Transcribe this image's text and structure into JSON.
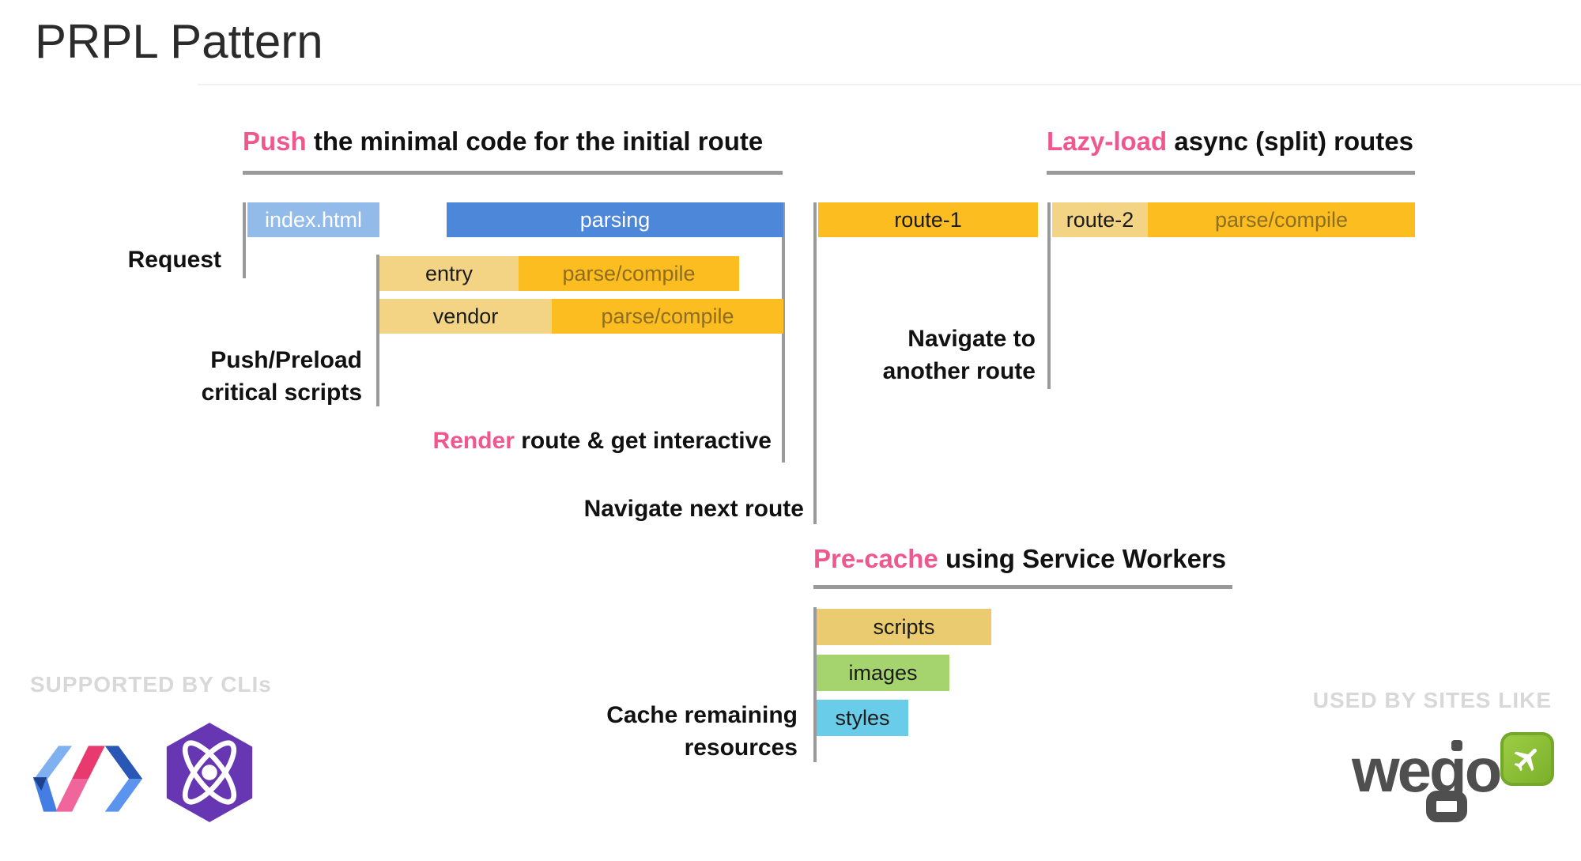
{
  "title": "PRPL Pattern",
  "headers": {
    "push": {
      "highlight": "Push",
      "rest": "the minimal code for the initial route"
    },
    "lazy": {
      "highlight": "Lazy-load",
      "rest": "async (split) routes"
    },
    "render": {
      "highlight": "Render",
      "rest": "route & get interactive"
    },
    "precache": {
      "highlight": "Pre-cache",
      "rest": "using Service Workers"
    }
  },
  "labels": {
    "request": "Request",
    "push_preload_line1": "Push/Preload",
    "push_preload_line2": "critical scripts",
    "navigate_next": "Navigate next route",
    "navigate_another_line1": "Navigate to",
    "navigate_another_line2": "another route",
    "cache_line1": "Cache remaining",
    "cache_line2": "resources"
  },
  "bars": {
    "index_html": {
      "label": "index.html",
      "color": "#93bbe9",
      "text_color": "#ffffff"
    },
    "parsing": {
      "label": "parsing",
      "color": "#4d87da",
      "text_color": "#ffffff"
    },
    "entry": {
      "label": "entry",
      "color": "#f2d484",
      "text_color": "#1b1b1b"
    },
    "entry_parse": {
      "label": "parse/compile",
      "color": "#fcbd21",
      "text_color": "#8d6e22"
    },
    "vendor": {
      "label": "vendor",
      "color": "#f2d484",
      "text_color": "#1b1b1b"
    },
    "vendor_parse": {
      "label": "parse/compile",
      "color": "#fcbd21",
      "text_color": "#8d6e22"
    },
    "route1": {
      "label": "route-1",
      "color": "#fcbd21",
      "text_color": "#1b1b1b"
    },
    "route2": {
      "label": "route-2",
      "color": "#f2d484",
      "text_color": "#1b1b1b"
    },
    "route2_parse": {
      "label": "parse/compile",
      "color": "#fcbd21",
      "text_color": "#8d6e22"
    },
    "scripts": {
      "label": "scripts",
      "color": "#ebcb6f",
      "text_color": "#1b1b1b"
    },
    "images": {
      "label": "images",
      "color": "#a5d46f",
      "text_color": "#1b1b1b"
    },
    "styles": {
      "label": "styles",
      "color": "#69cce9",
      "text_color": "#1b1b1b"
    }
  },
  "footer": {
    "supported_by": "SUPPORTED BY CLIs",
    "used_by": "USED BY SITES LIKE",
    "wego_wordmark": "wego",
    "logo_names": [
      "polymer-logo",
      "preact-logo",
      "wego-logo"
    ]
  },
  "colors": {
    "accent_pink": "#f1578f",
    "line_gray": "#9a9a9a",
    "watermark_gray": "#d8d8d8",
    "blue_light": "#93bbe9",
    "blue": "#4d87da",
    "tan": "#f2d484",
    "amber": "#fcbd21",
    "scripts_gold": "#ebcb6f",
    "images_green": "#a5d46f",
    "styles_cyan": "#69cce9",
    "preact_purple": "#6736b3",
    "wego_green": "#7cb02a",
    "wego_dark": "#4f4f4f"
  }
}
